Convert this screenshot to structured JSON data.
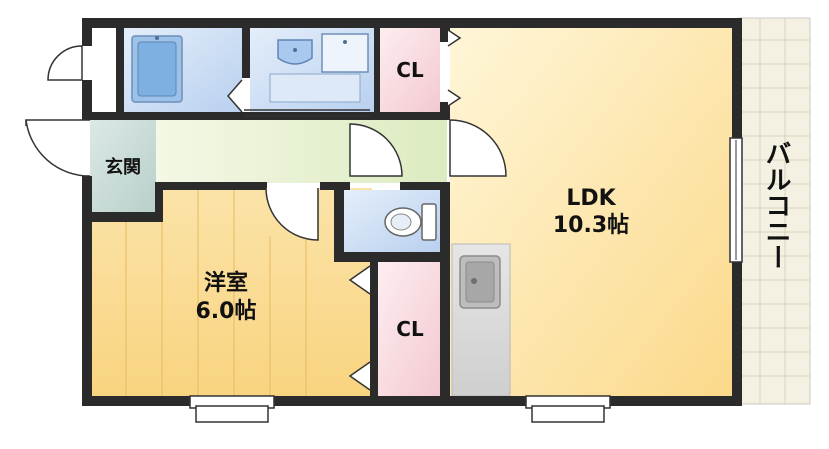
{
  "rooms": {
    "ldk": {
      "name": "LDK",
      "size": "10.3帖"
    },
    "western_room": {
      "name": "洋室",
      "size": "6.0帖"
    },
    "entrance": {
      "name": "玄関"
    },
    "closet_top": {
      "name": "CL"
    },
    "closet_bottom": {
      "name": "CL"
    },
    "balcony": {
      "name": "バルコニー"
    }
  },
  "colors": {
    "wall": "#2b2b2b",
    "ldk": "#fbe3a6",
    "western_room": "#fbdc8e",
    "hallway": "#e8f2d0",
    "entrance": "#c9dcd8",
    "bath": "#cfe0f5",
    "closet": "#f8d8de",
    "kitchen": "#d8d8d8",
    "balcony": "#f3efdf"
  }
}
